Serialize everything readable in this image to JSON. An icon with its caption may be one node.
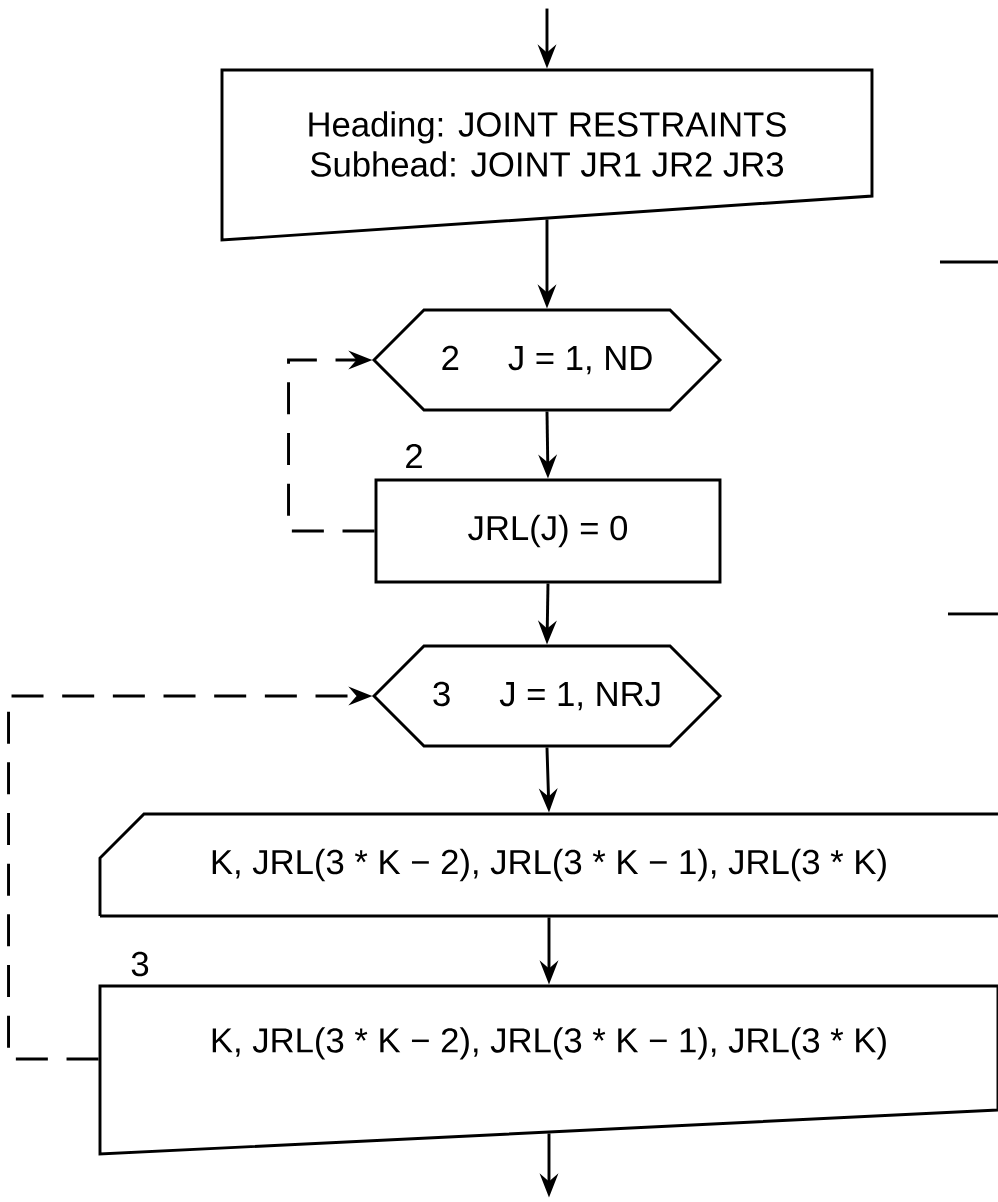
{
  "diagram": {
    "nodes": [
      {
        "text": [
          "Heading:  JOINT RESTRAINTS",
          "Subhead:  JOINT  JR1  JR2  JR3"
        ]
      },
      {
        "text": [
          "2",
          "J = 1, ND"
        ]
      },
      {
        "text": [
          "JRL(J) = 0"
        ],
        "beside": [
          "2"
        ]
      },
      {
        "text": [
          "3",
          "J = 1, NRJ"
        ]
      },
      {
        "text": [
          "K, JRL(3 * K − 2), JRL(3 * K − 1), JRL(3 * K)"
        ]
      },
      {
        "text": [
          "K, JRL(3 * K − 2), JRL(3 * K − 1), JRL(3 * K)"
        ],
        "beside": [
          "3"
        ]
      }
    ],
    "edges": [
      {
        "from": null,
        "to": 0,
        "arrow": "to"
      },
      {
        "from": 0,
        "to": 1,
        "arrow": "to"
      },
      {
        "from": 1,
        "to": 2,
        "arrow": "to"
      },
      {
        "from": 2,
        "to": 1,
        "arrow": "to",
        "style": "dashed"
      },
      {
        "from": 2,
        "to": 3,
        "arrow": "to"
      },
      {
        "from": 3,
        "to": 4,
        "arrow": "to"
      },
      {
        "from": 4,
        "to": 5,
        "arrow": "to"
      },
      {
        "from": 5,
        "to": 3,
        "arrow": "to",
        "style": "dashed"
      },
      {
        "from": 5,
        "to": null,
        "arrow": "to"
      }
    ]
  }
}
